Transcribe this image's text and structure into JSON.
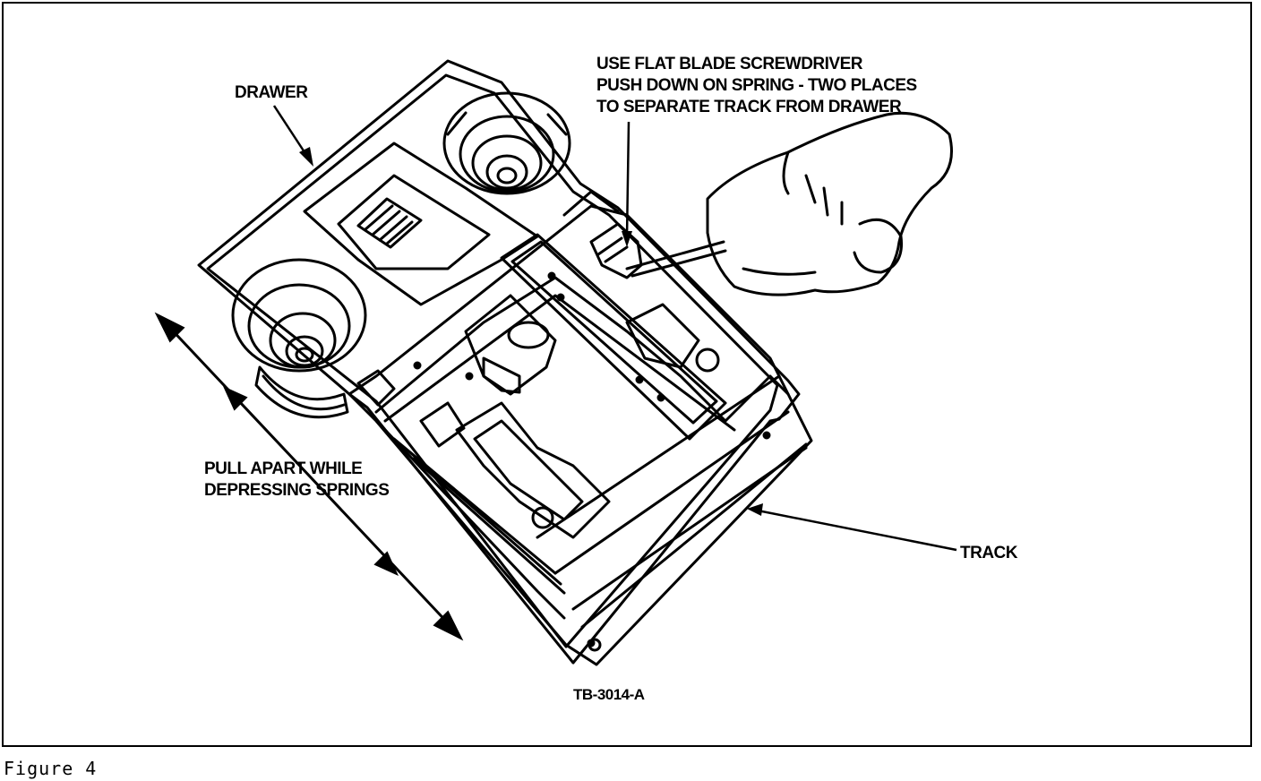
{
  "figure": {
    "labels": {
      "drawer": "DRAWER",
      "instruction_line1": "USE FLAT BLADE SCREWDRIVER",
      "instruction_line2": "PUSH DOWN ON SPRING - TWO PLACES",
      "instruction_line3": "TO SEPARATE TRACK FROM DRAWER",
      "pull_line1": "PULL APART WHILE",
      "pull_line2": "DEPRESSING SPRINGS",
      "track": "TRACK"
    },
    "reference_code": "TB-3014-A",
    "caption": "Figure 4"
  }
}
